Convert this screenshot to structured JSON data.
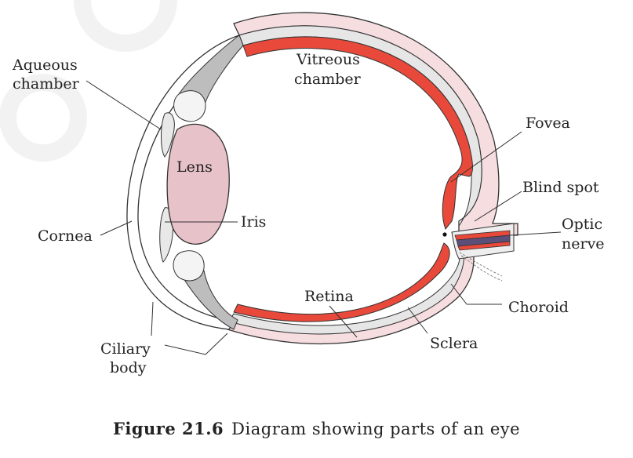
{
  "labels": {
    "aqueous_1": "Aqueous",
    "aqueous_2": "chamber",
    "vitreous_1": "Vitreous",
    "vitreous_2": "chamber",
    "lens": "Lens",
    "iris": "Iris",
    "cornea": "Cornea",
    "ciliary_1": "Ciliary",
    "ciliary_2": "body",
    "retina": "Retina",
    "fovea": "Fovea",
    "blind_spot": "Blind spot",
    "optic_1": "Optic",
    "optic_2": "nerve",
    "choroid": "Choroid",
    "sclera": "Sclera"
  },
  "caption": {
    "number": "Figure 21.6",
    "text": "Diagram showing parts of an eye"
  },
  "colors": {
    "retina": "#e8493a",
    "lens": "#e7c2c8",
    "sclera_tint": "#f6dde0",
    "ciliary": "#bdbdbd",
    "outline": "#333333"
  }
}
